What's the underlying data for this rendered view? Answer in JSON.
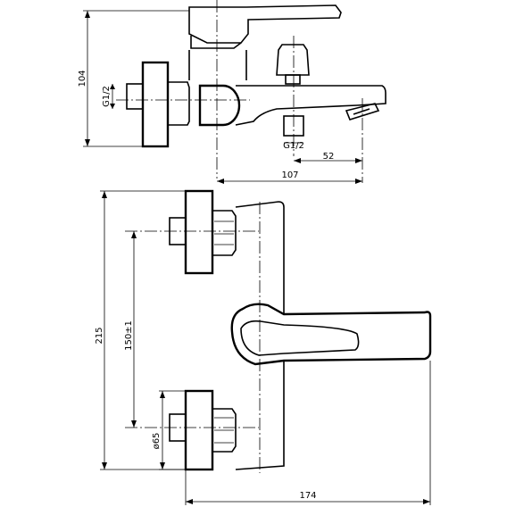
{
  "dimensions": {
    "side_height": "104",
    "side_inlet_thread": "G1/2",
    "side_outlet_thread": "G1/2",
    "spout_offset": "52",
    "side_depth": "107",
    "front_height": "215",
    "inlet_spacing": "150±1",
    "flange_diameter": "ø65",
    "front_width": "174"
  }
}
